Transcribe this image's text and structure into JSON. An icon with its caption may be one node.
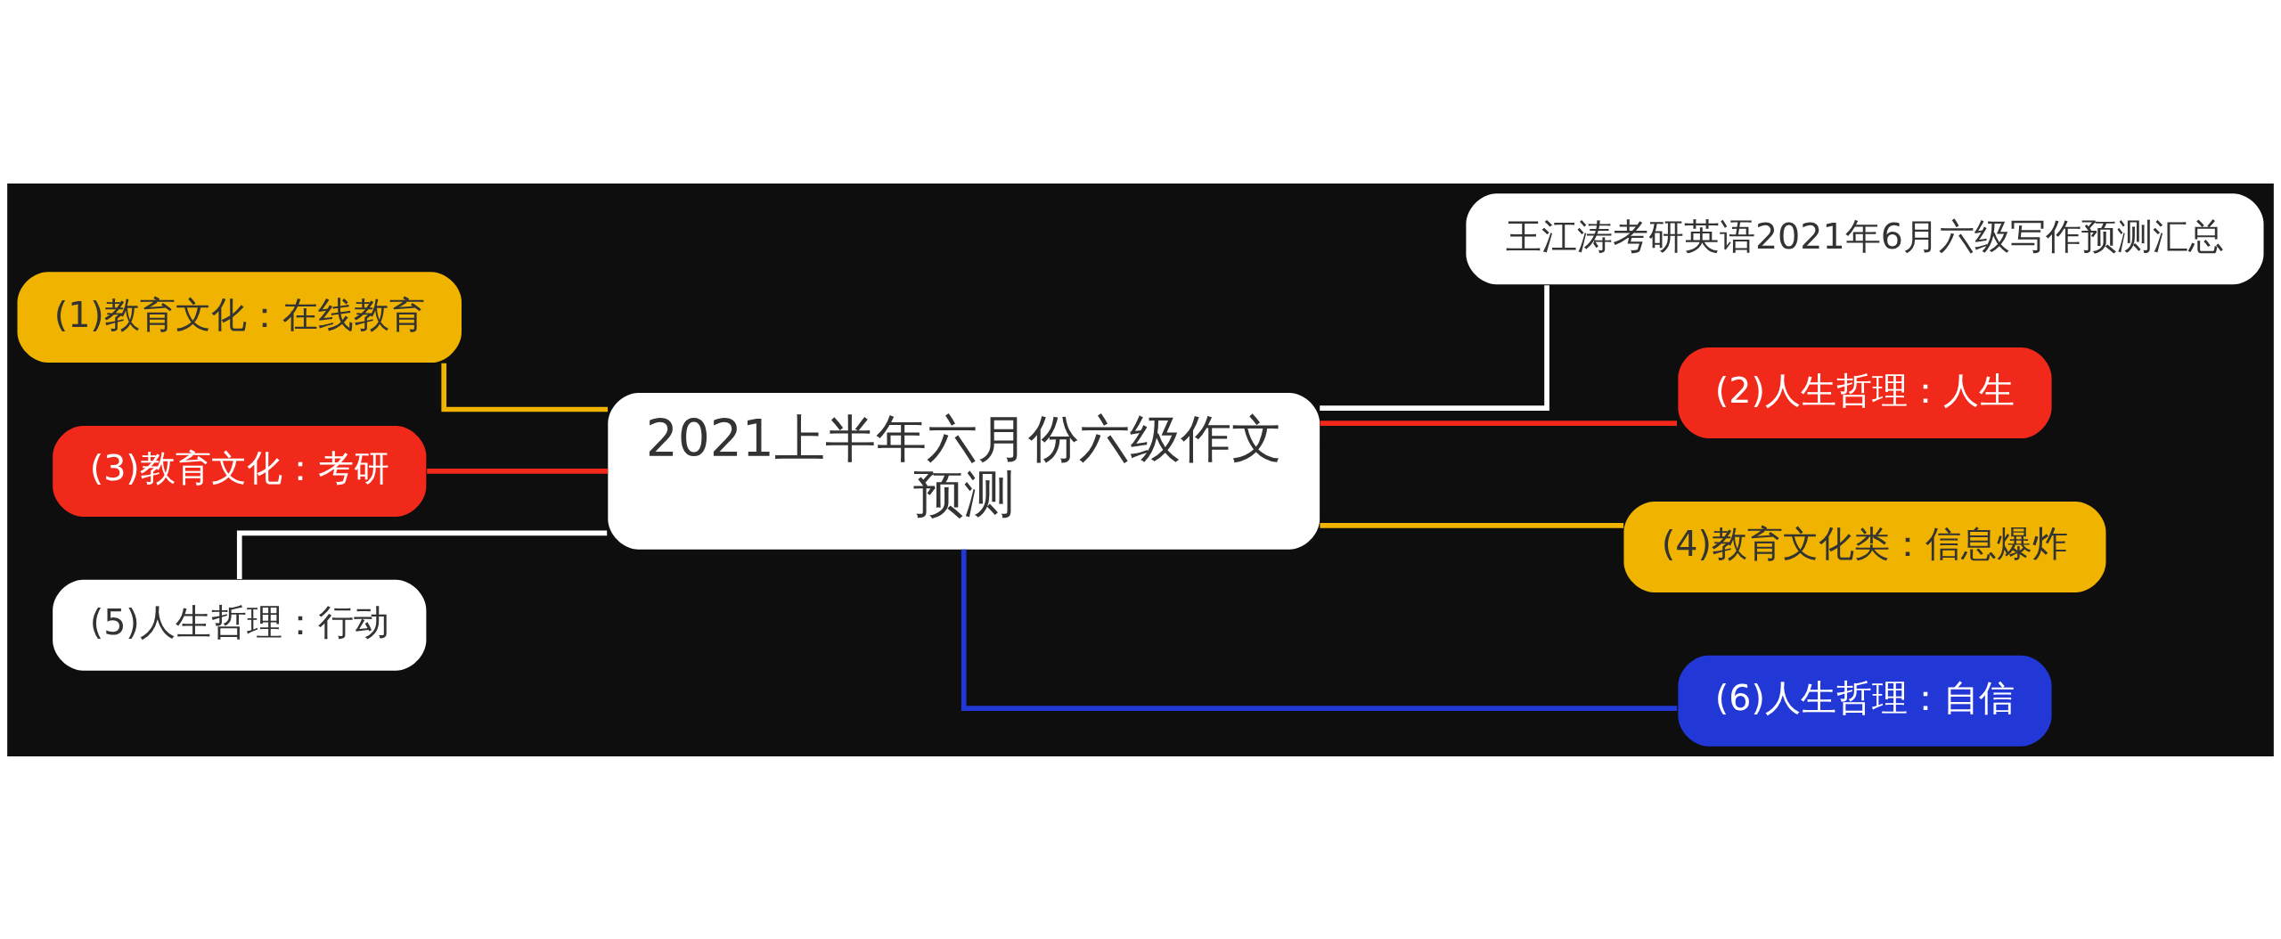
{
  "diagram": {
    "nodes": [
      {
        "text": [
          "2021上半年六月份六级作文预测"
        ]
      },
      {
        "text": [
          "王江涛考研英语2021年6月六级写作预测汇总"
        ]
      },
      {
        "text": [
          "(2)人生哲理：人生"
        ]
      },
      {
        "text": [
          "(4)教育文化类：信息爆炸"
        ]
      },
      {
        "text": [
          "(6)人生哲理：自信"
        ]
      },
      {
        "text": [
          "(1)教育文化：在线教育"
        ]
      },
      {
        "text": [
          "(3)教育文化：考研"
        ]
      },
      {
        "text": [
          "(5)人生哲理：行动"
        ]
      }
    ],
    "edges": [
      {
        "from": 0,
        "to": 1,
        "arrow": "none",
        "color": "#ffffff"
      },
      {
        "from": 0,
        "to": 2,
        "arrow": "none",
        "color": "#f0291b"
      },
      {
        "from": 0,
        "to": 3,
        "arrow": "none",
        "color": "#f0b400"
      },
      {
        "from": 0,
        "to": 4,
        "arrow": "none",
        "color": "#2137d6"
      },
      {
        "from": 0,
        "to": 5,
        "arrow": "none",
        "color": "#f0b400"
      },
      {
        "from": 0,
        "to": 6,
        "arrow": "none",
        "color": "#f0291b"
      },
      {
        "from": 0,
        "to": 7,
        "arrow": "none",
        "color": "#ffffff"
      }
    ]
  }
}
